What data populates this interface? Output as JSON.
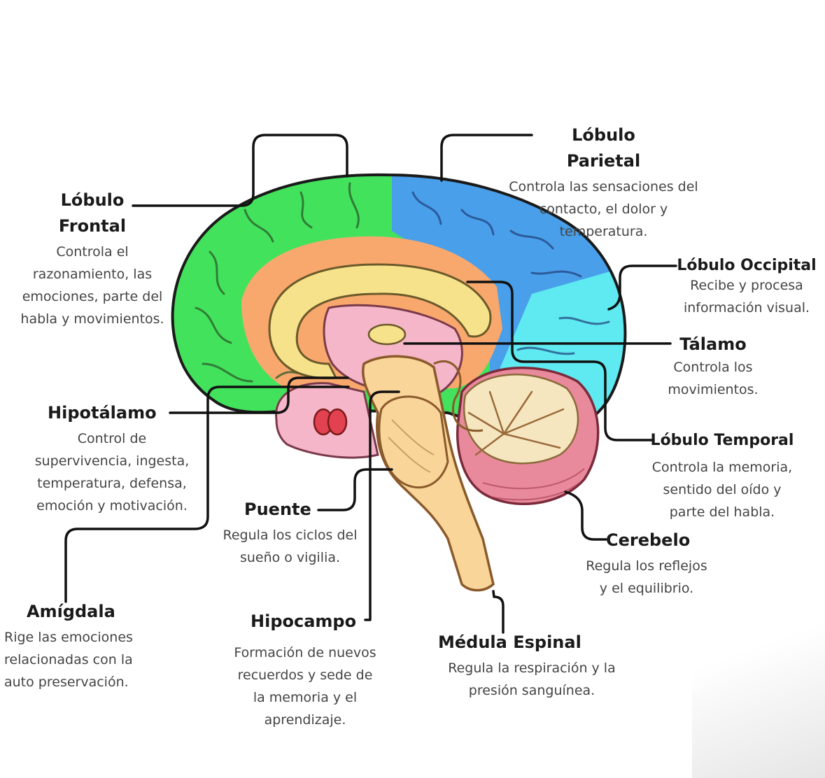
{
  "colors": {
    "frontal": "#43e25c",
    "parietal": "#4a9fea",
    "occipital": "#5fe9f0",
    "temporal_band": "#f9a86d",
    "limbic": "#f7e28c",
    "diencephalon": "#f4b6c8",
    "cerebellum": "#e9899c",
    "cerebellum_inner": "#f6e6bf",
    "brainstem": "#f9d59a",
    "line": "#111111"
  },
  "labels": {
    "frontal": {
      "title1": "Lóbulo",
      "title2": "Frontal",
      "desc": "Controla el\nrazonamiento, las\nemociones, parte del\nhabla y movimientos."
    },
    "parietal": {
      "title1": "Lóbulo",
      "title2": "Parietal",
      "desc": "Controla las sensaciones del\ncontacto, el dolor y\ntemperatura."
    },
    "occipital": {
      "title": "Lóbulo Occipital",
      "desc": "Recibe y procesa\ninformación visual."
    },
    "talamo": {
      "title": "Tálamo",
      "desc": "Controla los\nmovimientos."
    },
    "temporal": {
      "title": "Lóbulo Temporal",
      "desc": "Controla la memoria,\nsentido del oído y\nparte del habla."
    },
    "hipotalamo": {
      "title": "Hipotálamo",
      "desc": "Control de\nsupervivencia, ingesta,\ntemperatura, defensa,\nemoción y motivación."
    },
    "puente": {
      "title": "Puente",
      "desc": "Regula los ciclos del\nsueño o vigilia."
    },
    "cerebelo": {
      "title": "Cerebelo",
      "desc": "Regula los reflejos\ny el equilibrio."
    },
    "amigdala": {
      "title": "Amígdala",
      "desc": "Rige las emociones\nrelacionadas con la\nauto preservación."
    },
    "hipocampo": {
      "title": "Hipocampo",
      "desc": "Formación de nuevos\nrecuerdos y sede de\nla memoria y el\naprendizaje."
    },
    "medula": {
      "title": "Médula Espinal",
      "desc": "Regula la respiración y la\npresión sanguínea."
    }
  }
}
